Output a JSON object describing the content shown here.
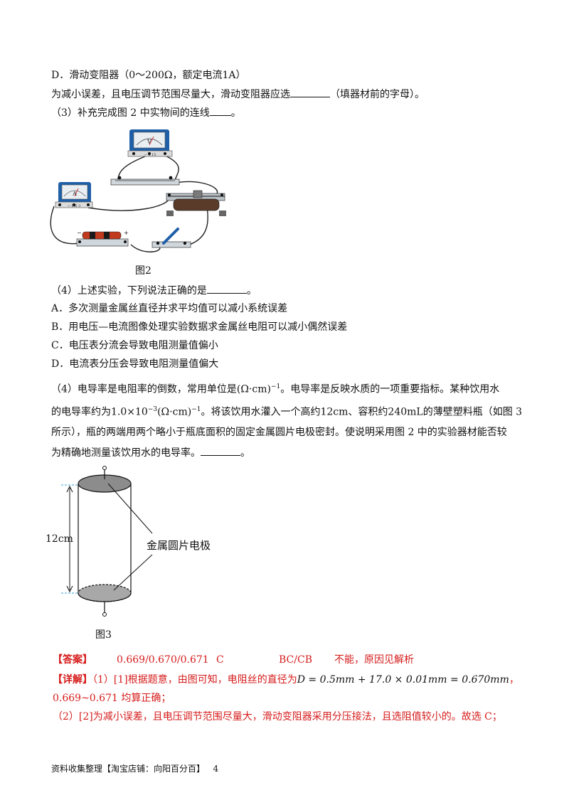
{
  "lines": {
    "d_option": "D．滑动变阻器（0～200Ω，额定电流1A）",
    "q_rheostat_a": "为减小误差，且电压调节范围尽量大，滑动变阻器应选",
    "q_rheostat_b": "（填器材前的字母）。",
    "q3": "（3）补充完成图 2 中实物间的连线",
    "q3_end": "。",
    "fig2_caption": "图2",
    "q4a": "（4）上述实验，下列说法正确的是",
    "q4a_end": "。",
    "opt_a": "A．多次测量金属丝直径并求平均值可以减小系统误差",
    "opt_b": "B．用电压—电流图像处理实验数据求金属丝电阻可以减小偶然误差",
    "opt_c": "C．电压表分流会导致电阻测量值偏小",
    "opt_d": "D．电流表分压会导致电阻测量值偏大",
    "q4b_1": "（4）电导率是电阻率的倒数，常用单位是",
    "q4b_unit": "(Ω·cm)",
    "q4b_unit_exp": "−1",
    "q4b_2": "。电导率是反映水质的一项重要指标。某种饮用水",
    "q4b_3": "的电导率约为",
    "q4b_value": "1.0×10",
    "q4b_value_exp": "−3",
    "q4b_unit2": "(Ω·cm)",
    "q4b_unit2_exp": "−1",
    "q4b_4": "。将该饮用水灌入一个高约",
    "q4b_height": "12cm",
    "q4b_5": "、容积约",
    "q4b_volume": "240mL",
    "q4b_6": "的薄壁塑料瓶（如图 3",
    "q4b_7": "所示），瓶的两端用两个略小于瓶底面积的固定金属圆片电极密封。使说明采用图 2 中的实验器材能否较",
    "q4b_8": "为精确地测量该饮用水的电导率。",
    "q4b_8_end": "。",
    "fig3_height_label": "12cm",
    "fig3_electrode_label": "金属圆片电极",
    "fig3_caption": "图3",
    "answer_tag": "【答案】",
    "answer_1": "0.669/0.670/0.671",
    "answer_2": "C",
    "answer_3": "BC/CB",
    "answer_4": "不能，原因见解析",
    "detail_tag": "【详解】",
    "detail_1": "（1）[1]根据题意，由图可知，电阻丝的直径为",
    "detail_formula": "D = 0.5mm + 17.0 × 0.01mm = 0.670mm",
    "detail_1_end": "，",
    "detail_2": "0.669~0.671 均算正确；",
    "detail_3": "（2）[2]为减小误差，且电压调节范围尽量大，滑动变阻器采用分压接法，且选阻值较小的。故选 C；",
    "footer_text": "资料收集整理【淘宝店铺：向阳百分百】",
    "page_number": "4",
    "fig2_voltmeter_letter": "V",
    "fig2_ammeter_letter": "A",
    "fig2_voltmeter_terminals": "−  3  15",
    "fig2_ammeter_terminals": "−  0.6  3",
    "fig2_battery_minus": "−",
    "fig2_battery_plus": "+"
  },
  "colors": {
    "answer_red": "#d61c1c",
    "meter_blue": "#1f5fa8",
    "fig_blue_dash": "#3aa0d8",
    "electrode_gray": "#8c8c8c"
  }
}
